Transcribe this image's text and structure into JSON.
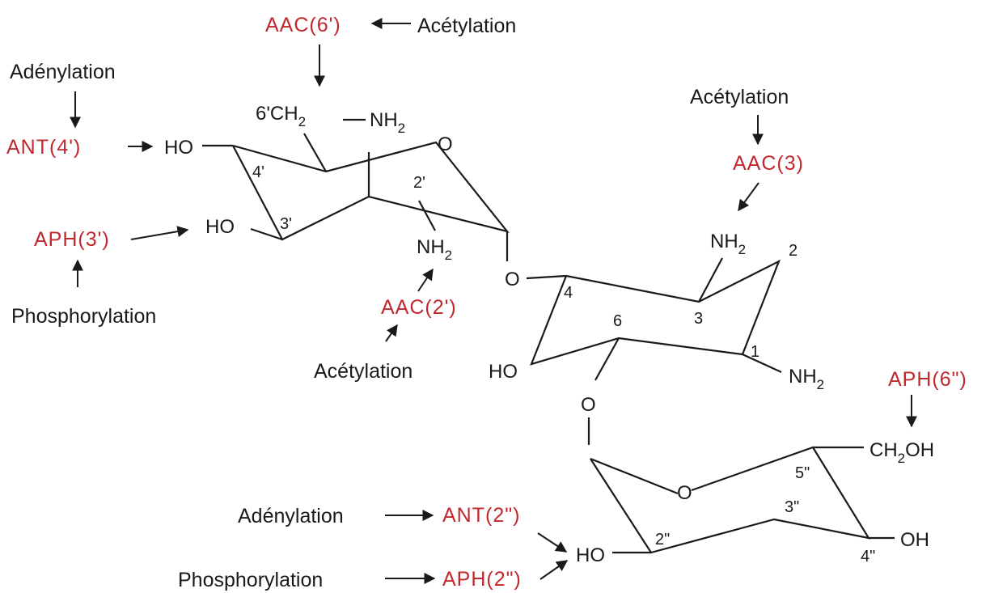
{
  "enzymes": {
    "aac6": "AAC(6')",
    "ant4": "ANT(4')",
    "aph3": "APH(3')",
    "aac2": "AAC(2')",
    "aac3": "AAC(3)",
    "aph6": "APH(6\")",
    "ant2": "ANT(2\")",
    "aph2": "APH(2\")"
  },
  "mechanisms": {
    "acetylation_top": "Acétylation",
    "adenylation_left": "Adénylation",
    "phosphorylation_left": "Phosphorylation",
    "acetylation_mid": "Acétylation",
    "acetylation_right": "Acétylation",
    "adenylation_bottom": "Adénylation",
    "phosphorylation_bottom": "Phosphorylation"
  },
  "groups": {
    "ch2_prefix": "6'CH",
    "sub2": "2",
    "nh": "NH",
    "ho": "HO",
    "oh": "OH",
    "o": "O",
    "ch2oh_a": "CH",
    "ch2oh_b": "OH"
  },
  "positions": {
    "p4p": "4'",
    "p3p": "3'",
    "p2p": "2'",
    "p4": "4",
    "p6": "6",
    "p3": "3",
    "p2": "2",
    "p1": "1",
    "p5pp": "5\"",
    "p3pp": "3\"",
    "p2pp": "2\"",
    "p4pp": "4\""
  }
}
